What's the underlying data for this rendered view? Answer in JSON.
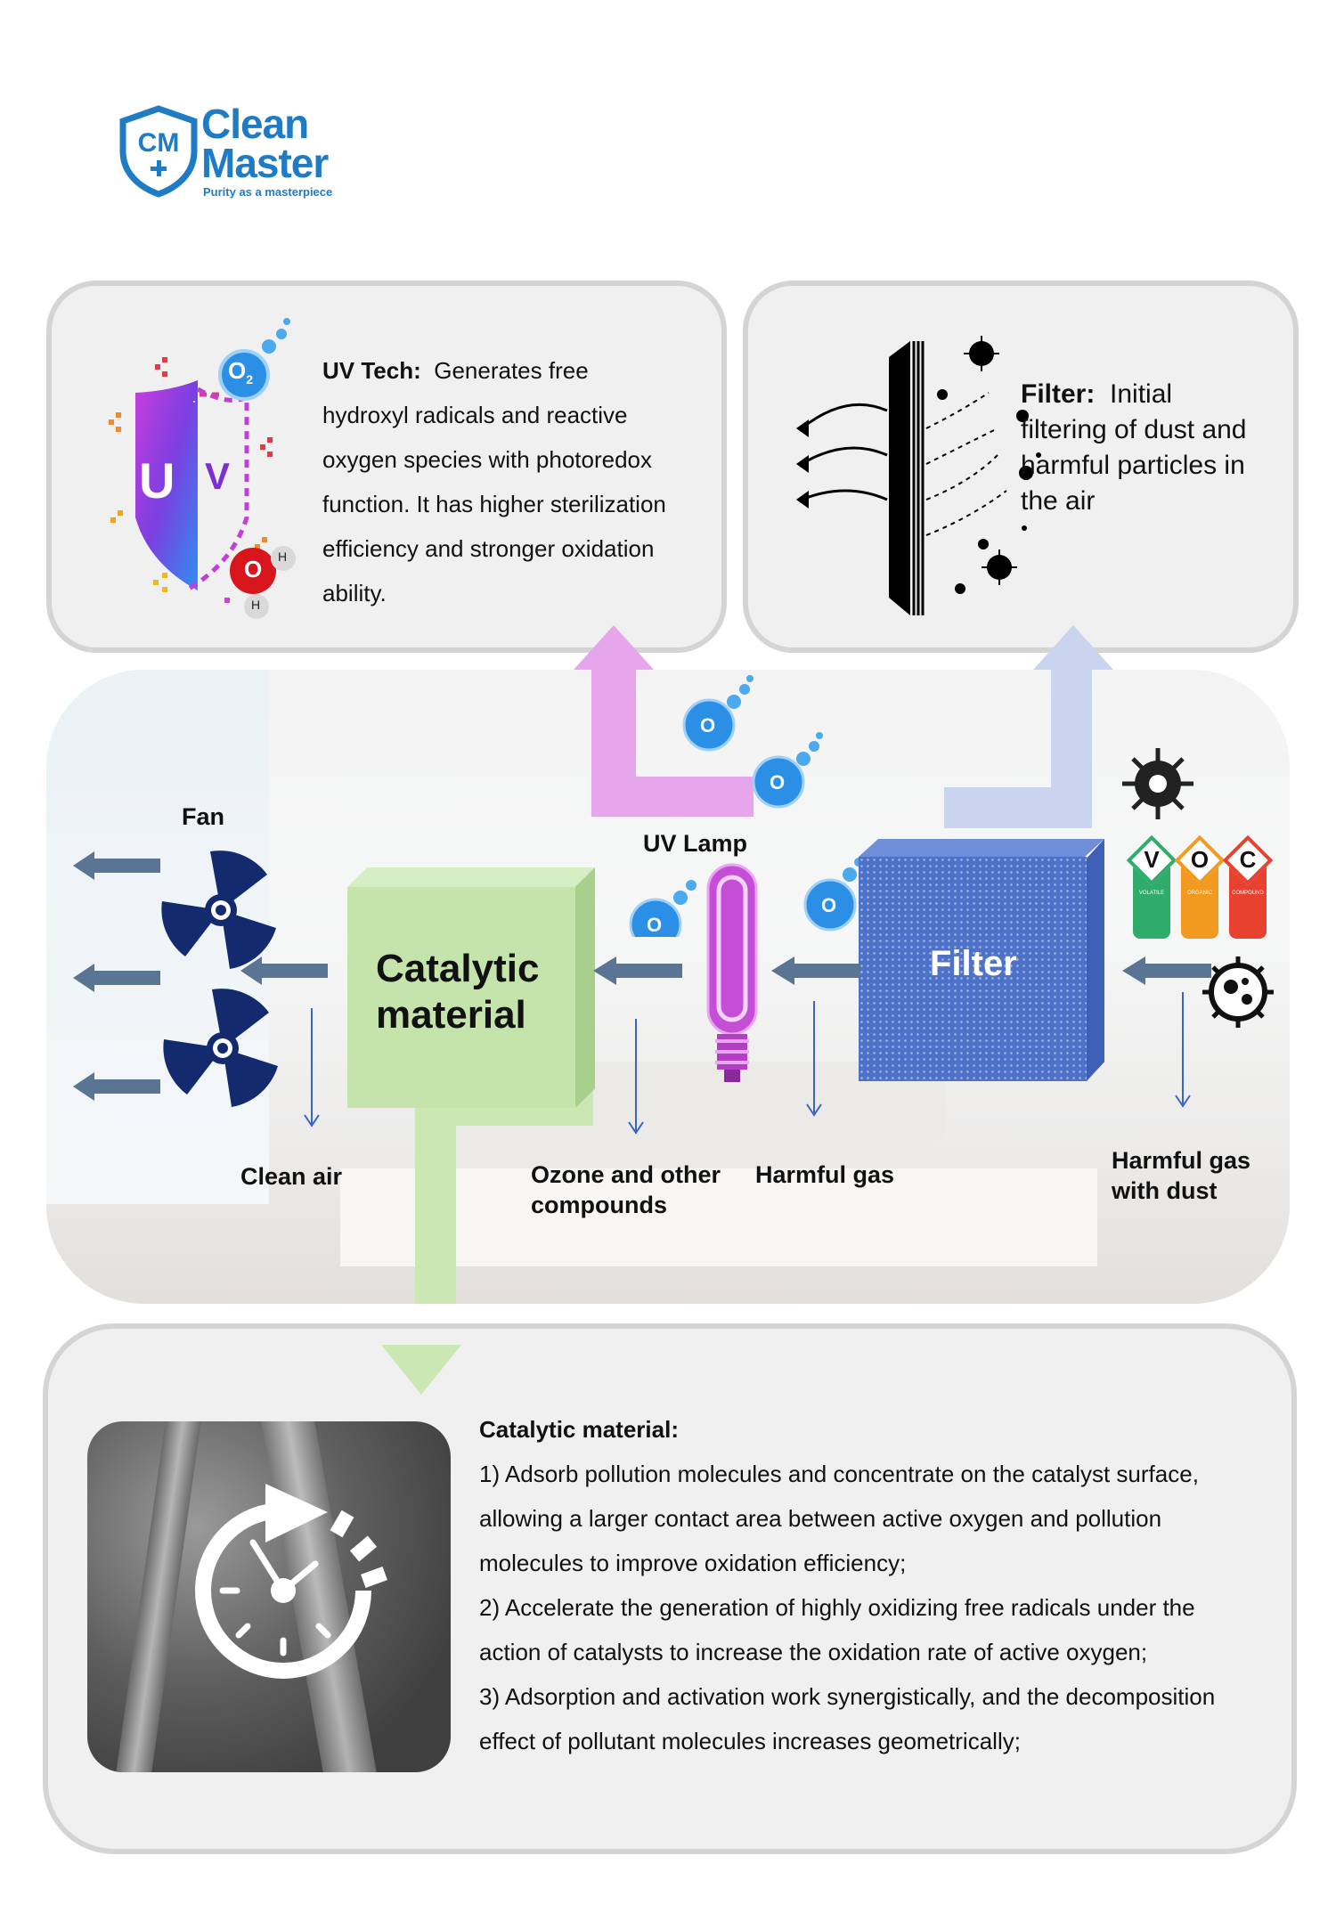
{
  "brand": {
    "mark": "CM",
    "name_line1": "Clean",
    "name_line2": "Master",
    "tagline": "Purity as a masterpiece",
    "color": "#1f7bc4"
  },
  "uv_panel": {
    "heading": "UV Tech:",
    "lines": [
      "Generates free",
      "hydroxyl radicals and reactive",
      "oxygen species with photoredox",
      "function. It has higher sterilization",
      "efficiency and stronger oxidation",
      "ability."
    ],
    "icon_letters": [
      "U",
      "V"
    ],
    "bubble_label": "O",
    "bubble_sub": "2",
    "molecule_o": "O",
    "molecule_h": "H"
  },
  "filter_panel": {
    "heading": "Filter:",
    "lines": [
      "Initial",
      "filtering of dust and",
      "harmful particles in",
      "the air"
    ]
  },
  "diagram": {
    "fan_label": "Fan",
    "uv_lamp_label": "UV Lamp",
    "catalytic_line1": "Catalytic",
    "catalytic_line2": "material",
    "filter_box_label": "Filter",
    "clean_air_label": "Clean air",
    "ozone_line1": "Ozone and other",
    "ozone_line2": "compounds",
    "harmful_gas_label": "Harmful gas",
    "harmful_dust_line1": "Harmful gas",
    "harmful_dust_line2": "with dust",
    "voc_letters": [
      "V",
      "O",
      "C"
    ],
    "voc_sublabels": [
      "VOLATILE",
      "ORGANIC",
      "COMPOUND"
    ],
    "colors": {
      "arrow": "#5a7593",
      "uv_path": "#e7a6eb",
      "filter_path": "#c9d4ee",
      "catalytic_box": "#c4e4ac",
      "filter_box": "#4f72c9",
      "fan": "#132b6e",
      "lamp": "#c44fd6"
    }
  },
  "catalytic_panel": {
    "heading": "Catalytic material:",
    "items": [
      "1)  Adsorb pollution molecules and concentrate on the catalyst surface,",
      "allowing a larger contact area between active oxygen and pollution",
      "molecules to improve oxidation efficiency;",
      "2)  Accelerate the generation of highly oxidizing free radicals under the",
      "action of catalysts to increase the oxidation rate of active oxygen;",
      "3)  Adsorption and activation work synergistically, and the decomposition",
      "effect of pollutant molecules increases geometrically;"
    ]
  }
}
